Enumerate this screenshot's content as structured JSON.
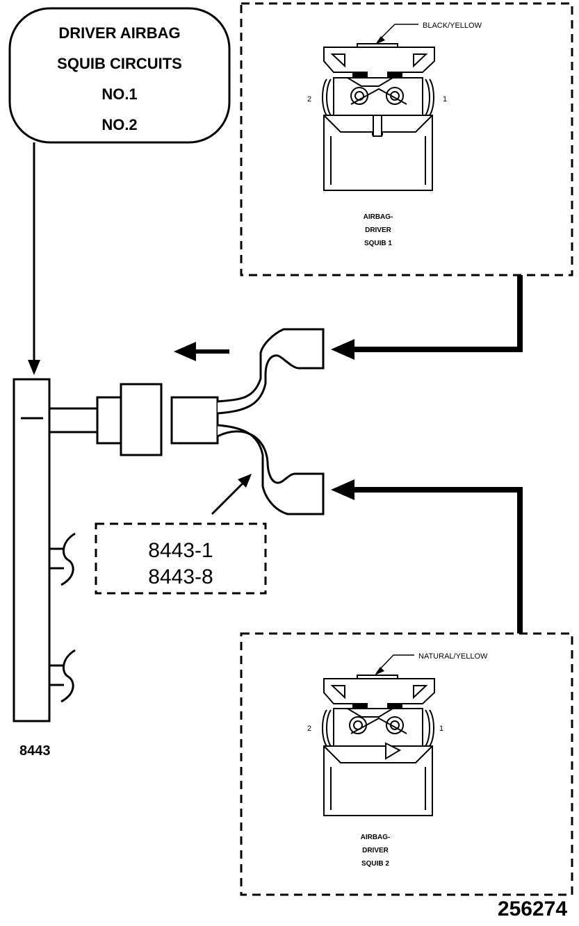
{
  "title_box": {
    "line1": "DRIVER AIRBAG",
    "line2": "SQUIB CIRCUITS",
    "line3": "NO.1",
    "line4": "NO.2"
  },
  "connector_top": {
    "wire_color": "BLACK/YELLOW",
    "pin_left": "2",
    "pin_right": "1",
    "caption1": "AIRBAG-",
    "caption2": "DRIVER",
    "caption3": "SQUIB 1"
  },
  "connector_bottom": {
    "wire_color": "NATURAL/YELLOW",
    "pin_left": "2",
    "pin_right": "1",
    "caption1": "AIRBAG-",
    "caption2": "DRIVER",
    "caption3": "SQUIB 2"
  },
  "callout": {
    "line1": "8443-1",
    "line2": "8443-8"
  },
  "tool_label": "8443",
  "figure_number": "256274"
}
